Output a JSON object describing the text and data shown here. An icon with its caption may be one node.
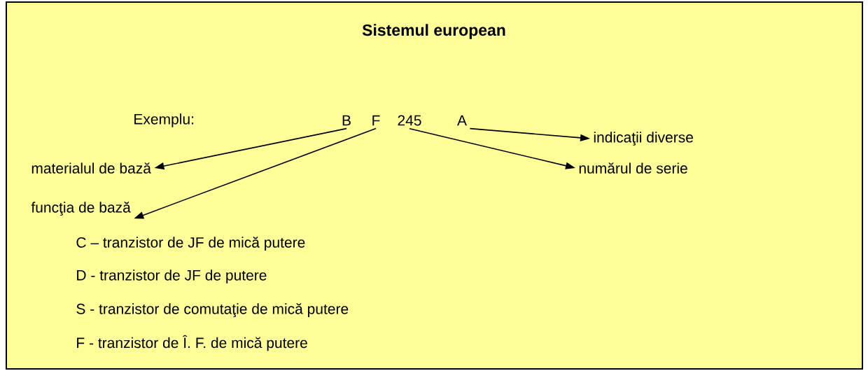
{
  "diagram": {
    "title": "Sistemul european",
    "nodes": [
      {
        "text": [
          "B"
        ]
      },
      {
        "text": [
          "F"
        ]
      },
      {
        "text": [
          "245"
        ]
      },
      {
        "text": [
          "A"
        ]
      },
      {
        "text": [
          "materialul de bază"
        ]
      },
      {
        "text": [
          "funcţia de bază"
        ]
      },
      {
        "text": [
          "numărul de serie"
        ]
      },
      {
        "text": [
          "indicaţii diverse"
        ]
      }
    ],
    "edges": [
      {
        "from": 0,
        "to": 4,
        "arrow": "to"
      },
      {
        "from": 1,
        "to": 5,
        "arrow": "to"
      },
      {
        "from": 2,
        "to": 6,
        "arrow": "to"
      },
      {
        "from": 3,
        "to": 7,
        "arrow": "to"
      }
    ],
    "labels": [
      "Exemplu:",
      "C – tranzistor de JF de mică putere",
      "D -  tranzistor de JF de  putere",
      "S -   tranzistor de comutaţie de mică putere",
      "F -   tranzistor de Î. F. de mică putere"
    ]
  }
}
